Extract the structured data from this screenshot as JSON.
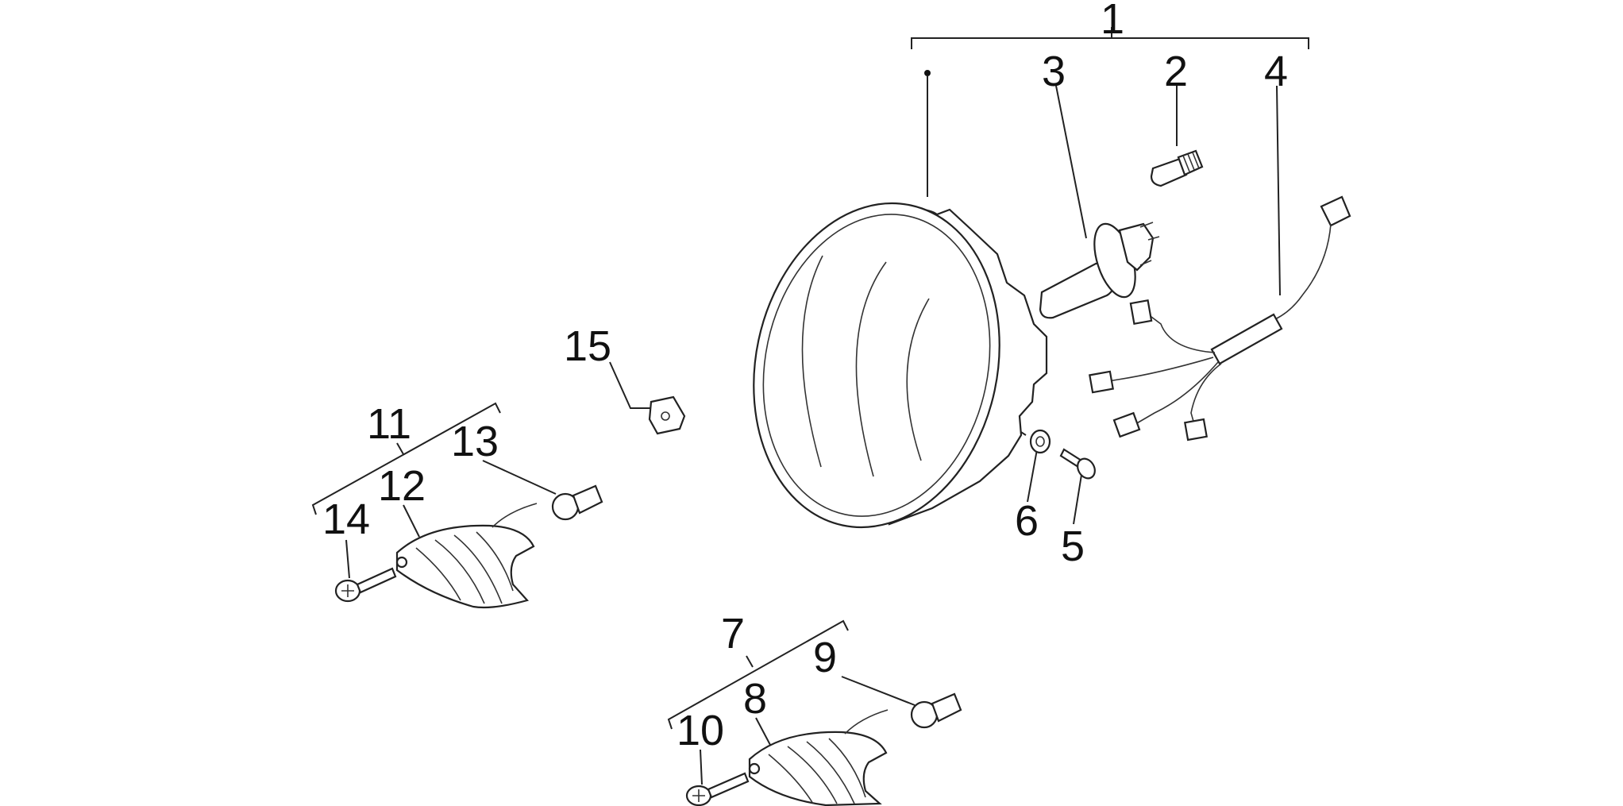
{
  "callouts": {
    "c1": "1",
    "c2": "2",
    "c3": "3",
    "c4": "4",
    "c5": "5",
    "c6": "6",
    "c7": "7",
    "c8": "8",
    "c9": "9",
    "c10": "10",
    "c11": "11",
    "c12": "12",
    "c13": "13",
    "c14": "14",
    "c15": "15"
  },
  "icons": {
    "headlight": "headlight-assembly-icon",
    "bulb_main": "halogen-bulb-icon",
    "bulb_small": "pilot-bulb-icon",
    "harness": "wiring-harness-icon",
    "screw": "screw-icon",
    "washer": "washer-icon",
    "indicator": "turn-indicator-icon",
    "clip": "spring-clip-icon"
  }
}
